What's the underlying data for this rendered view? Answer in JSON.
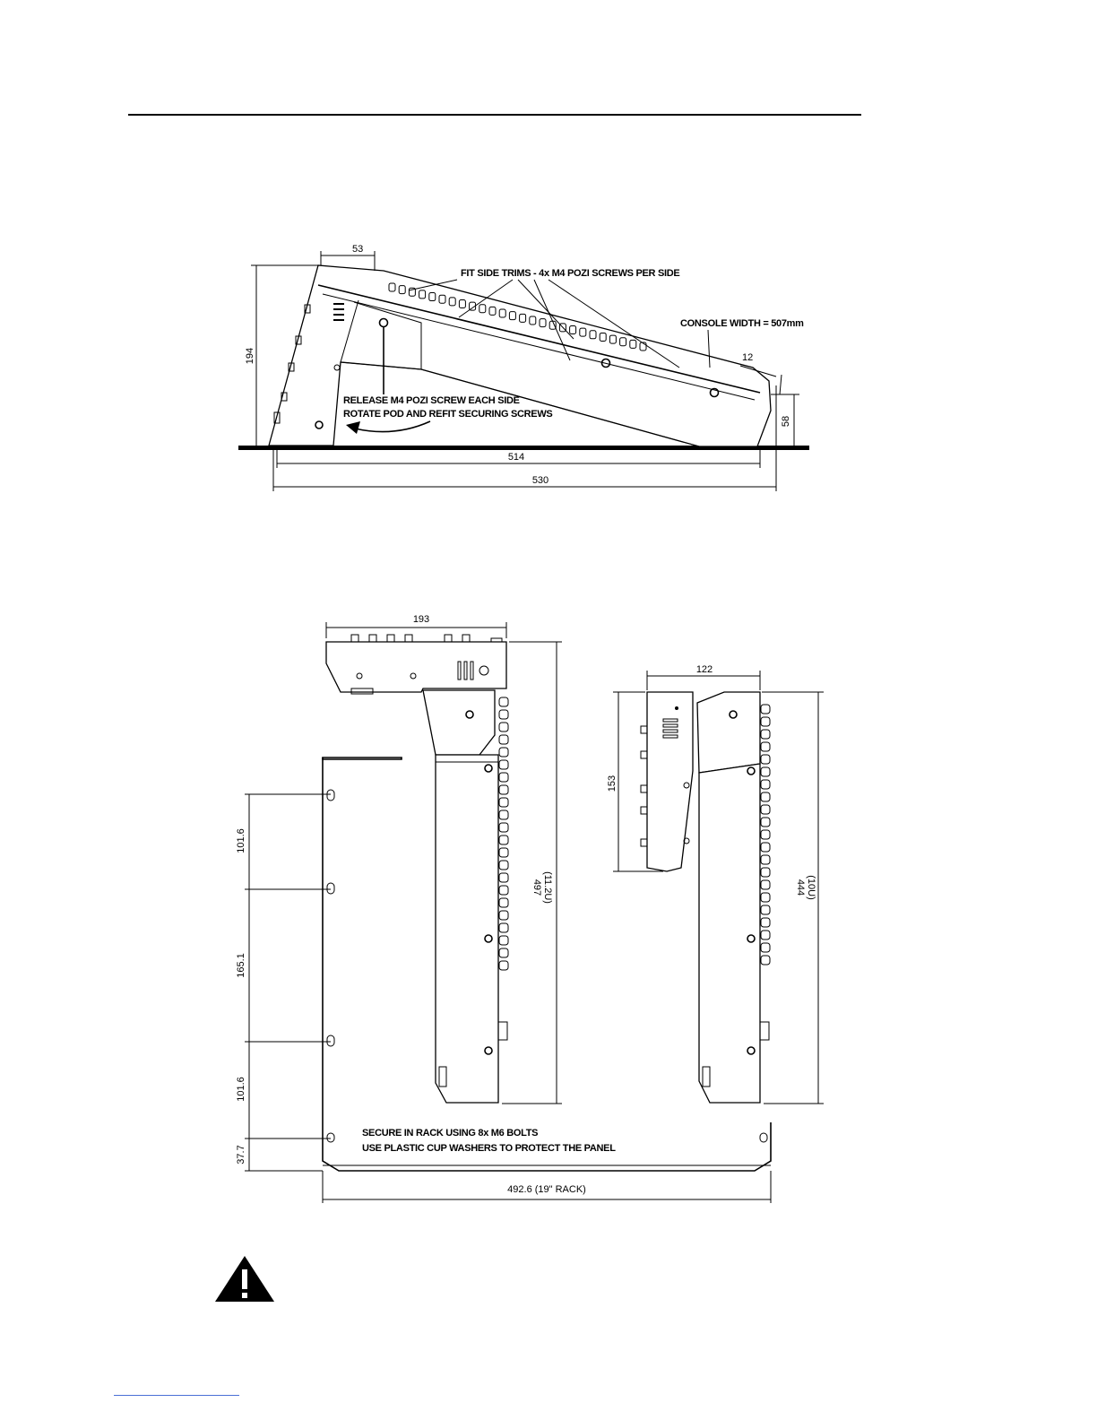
{
  "side_view": {
    "notes": {
      "trims": "FIT SIDE TRIMS - 4x M4 POZI SCREWS PER SIDE",
      "width": "CONSOLE WIDTH = 507mm",
      "release_1": "RELEASE M4 POZI SCREW EACH SIDE",
      "release_2": "ROTATE POD AND REFIT SECURING SCREWS"
    },
    "dims": {
      "top_offset": "53",
      "height": "194",
      "front_height": "58",
      "edge": "12",
      "base": "514",
      "overall": "530"
    }
  },
  "rack_view": {
    "dims": {
      "pod_depth": "193",
      "height_main": "497",
      "height_main_units": "(11.2U)",
      "spacing_a": "101.6",
      "spacing_b": "165.1",
      "spacing_c": "101.6",
      "spacing_d": "37.7",
      "rack_width": "492.6 (19\" RACK)",
      "small_depth": "122",
      "small_height": "153",
      "height_small_unit": "444",
      "height_small_units": "(10U)"
    },
    "notes": {
      "secure_1": "SECURE IN RACK USING 8x M6 BOLTS",
      "secure_2": "USE PLASTIC CUP WASHERS TO PROTECT THE PANEL"
    }
  },
  "icons": {
    "warning": "warning-triangle-icon"
  }
}
